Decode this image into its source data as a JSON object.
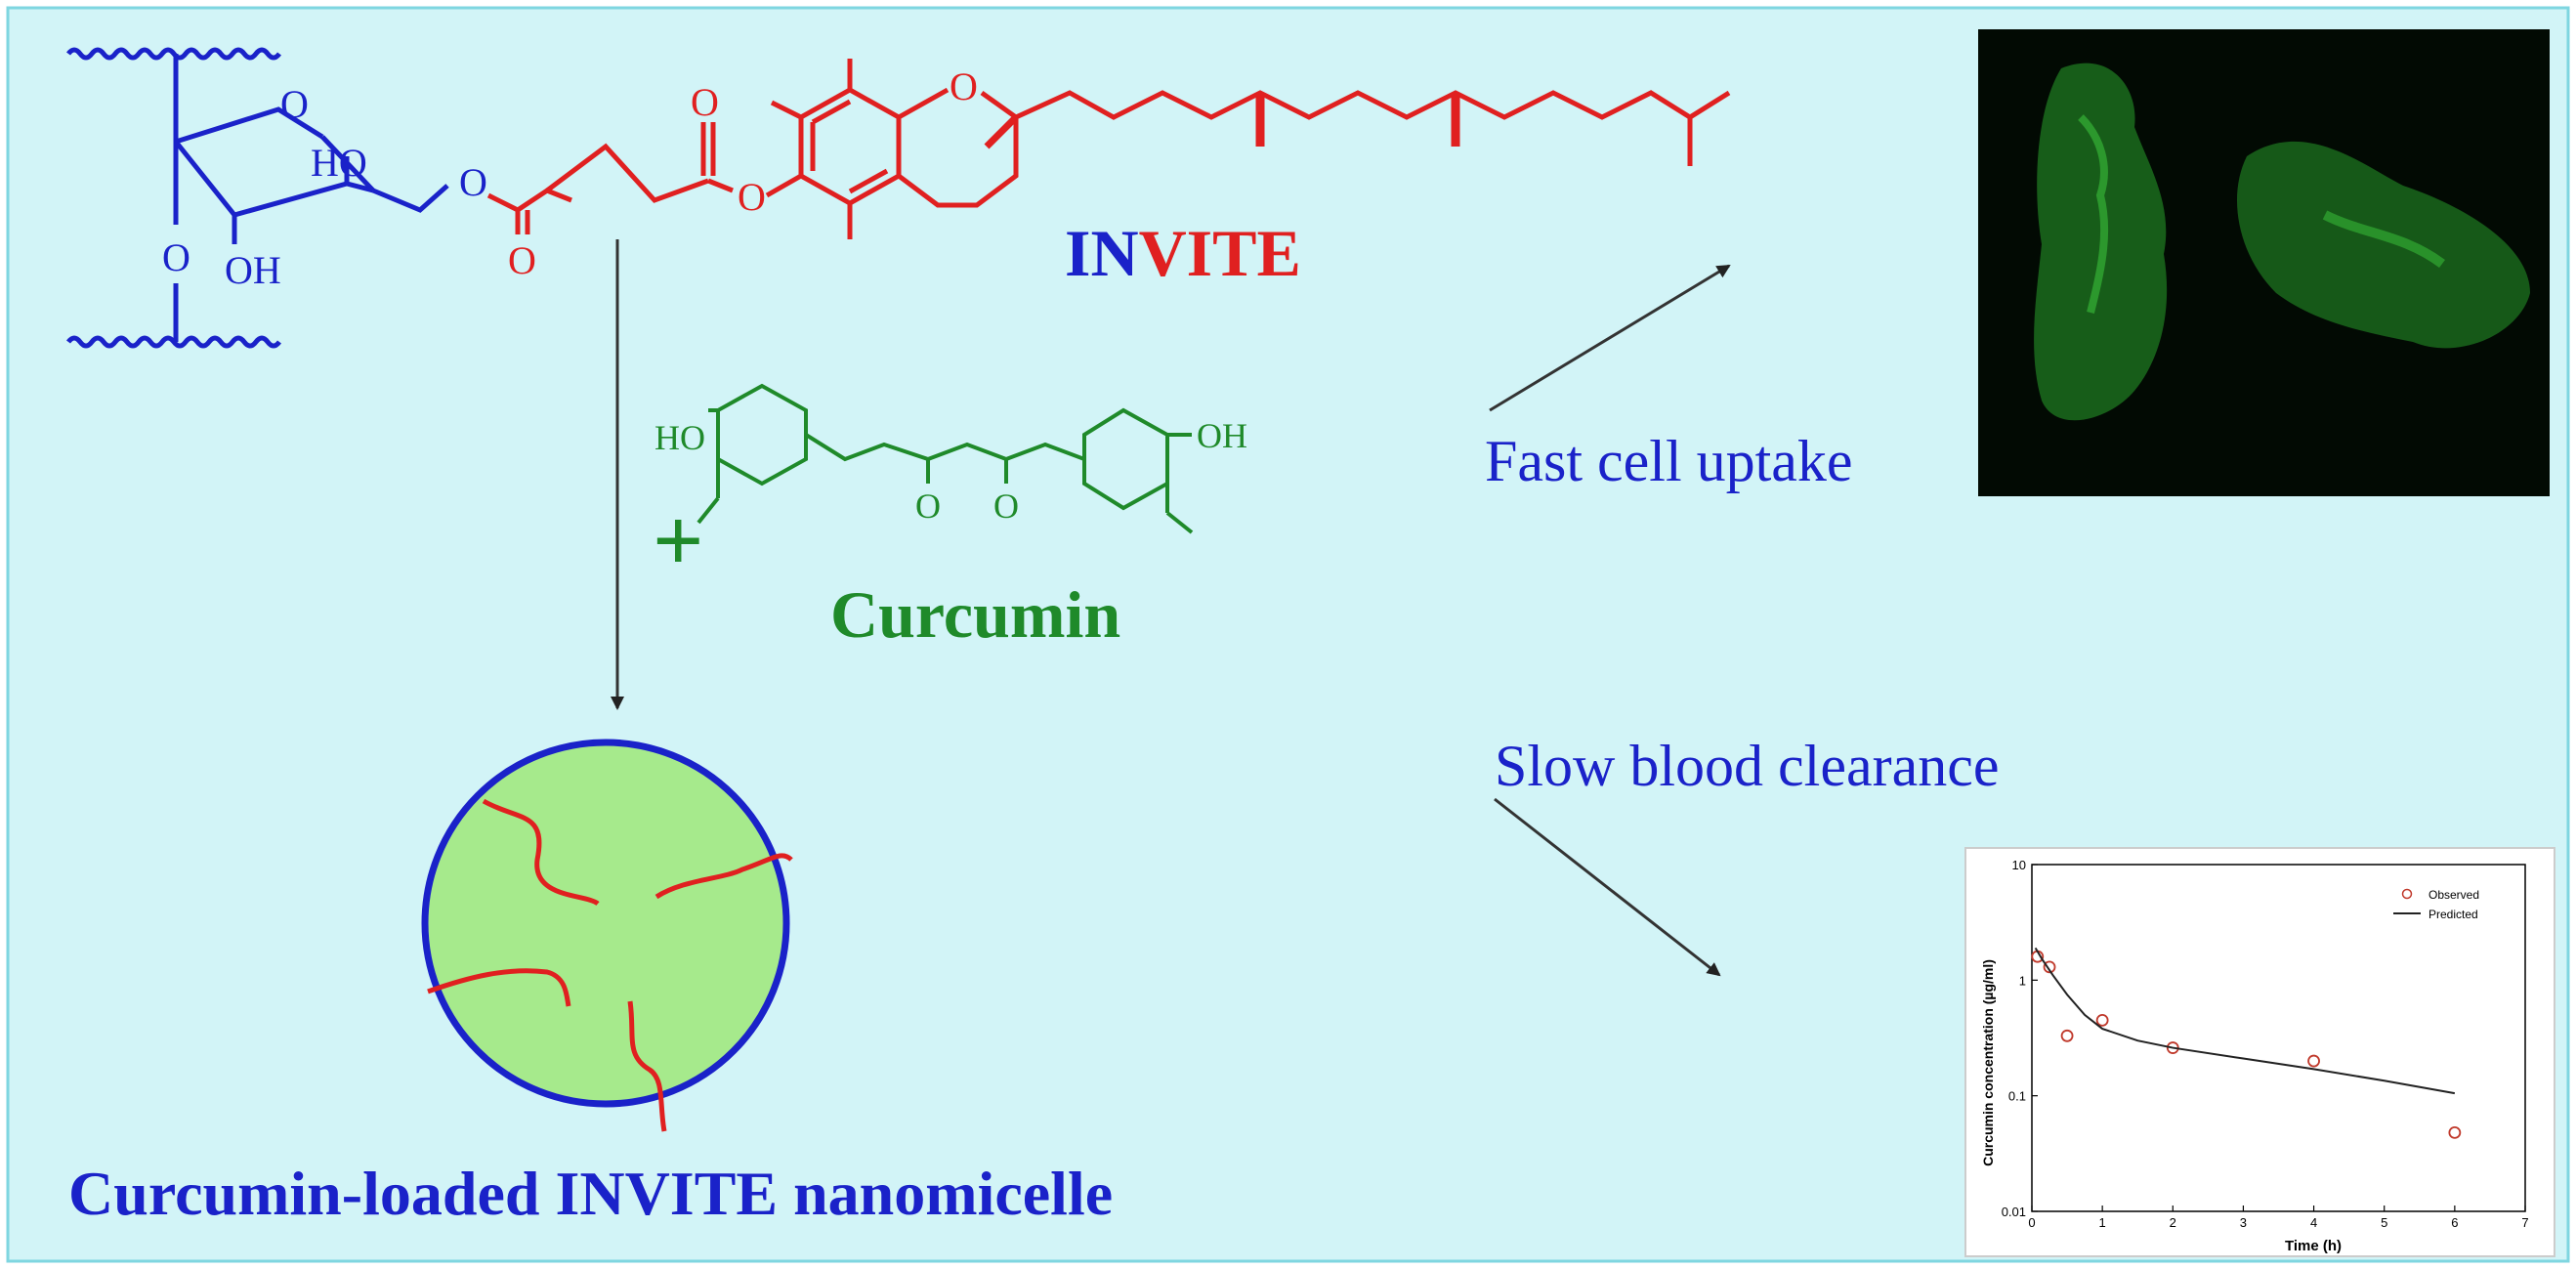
{
  "colors": {
    "background": "#d2f4f7",
    "invite_blue": "#1a22c9",
    "invite_red": "#e02020",
    "curcumin_green": "#1f8a2a",
    "micelle_fill": "#a6ea8c",
    "micelle_border": "#1a22c9"
  },
  "structure_labels": {
    "ring_o": "O",
    "ho": "HO",
    "o_left": "O",
    "oh": "OH",
    "ester_o1": "O",
    "ester_o2": "O",
    "ester_o3": "O",
    "ester_o4": "O",
    "chroman_o": "O"
  },
  "curcumin_labels": {
    "ho_left": "HO",
    "oh_right": "OH",
    "keto_o1": "O",
    "keto_o2": "O"
  },
  "invite": {
    "part1": "IN",
    "part2": "VITE"
  },
  "curcumin_name": "Curcumin",
  "plus_sign": "+",
  "micelle_caption": "Curcumin-loaded INVITE nanomicelle",
  "fast_uptake": "Fast cell uptake",
  "slow_clearance": "Slow blood clearance",
  "chart_data": {
    "type": "scatter",
    "title": "",
    "xlabel": "Time (h)",
    "ylabel": "Curcumin concentration (µg/ml)",
    "xlim": [
      0,
      7
    ],
    "ylim": [
      0.01,
      10
    ],
    "y_scale": "log",
    "x_ticks": [
      "0",
      "1",
      "2",
      "3",
      "4",
      "5",
      "6",
      "7"
    ],
    "y_ticks": [
      "0.01",
      "0.1",
      "1",
      "10"
    ],
    "legend_position": "top-right",
    "series": [
      {
        "name": "Observed",
        "marker": "circle",
        "color": "#c0392b",
        "x": [
          0.08,
          0.25,
          0.5,
          1,
          2,
          4,
          6
        ],
        "y": [
          1.6,
          1.3,
          0.33,
          0.45,
          0.26,
          0.2,
          0.048
        ]
      },
      {
        "name": "Predicted",
        "marker": "line",
        "color": "#222222",
        "x": [
          0.05,
          0.15,
          0.3,
          0.5,
          0.75,
          1,
          1.5,
          2,
          3,
          4,
          5,
          6
        ],
        "y": [
          1.9,
          1.5,
          1.1,
          0.75,
          0.5,
          0.38,
          0.3,
          0.26,
          0.21,
          0.17,
          0.135,
          0.105
        ]
      }
    ]
  }
}
